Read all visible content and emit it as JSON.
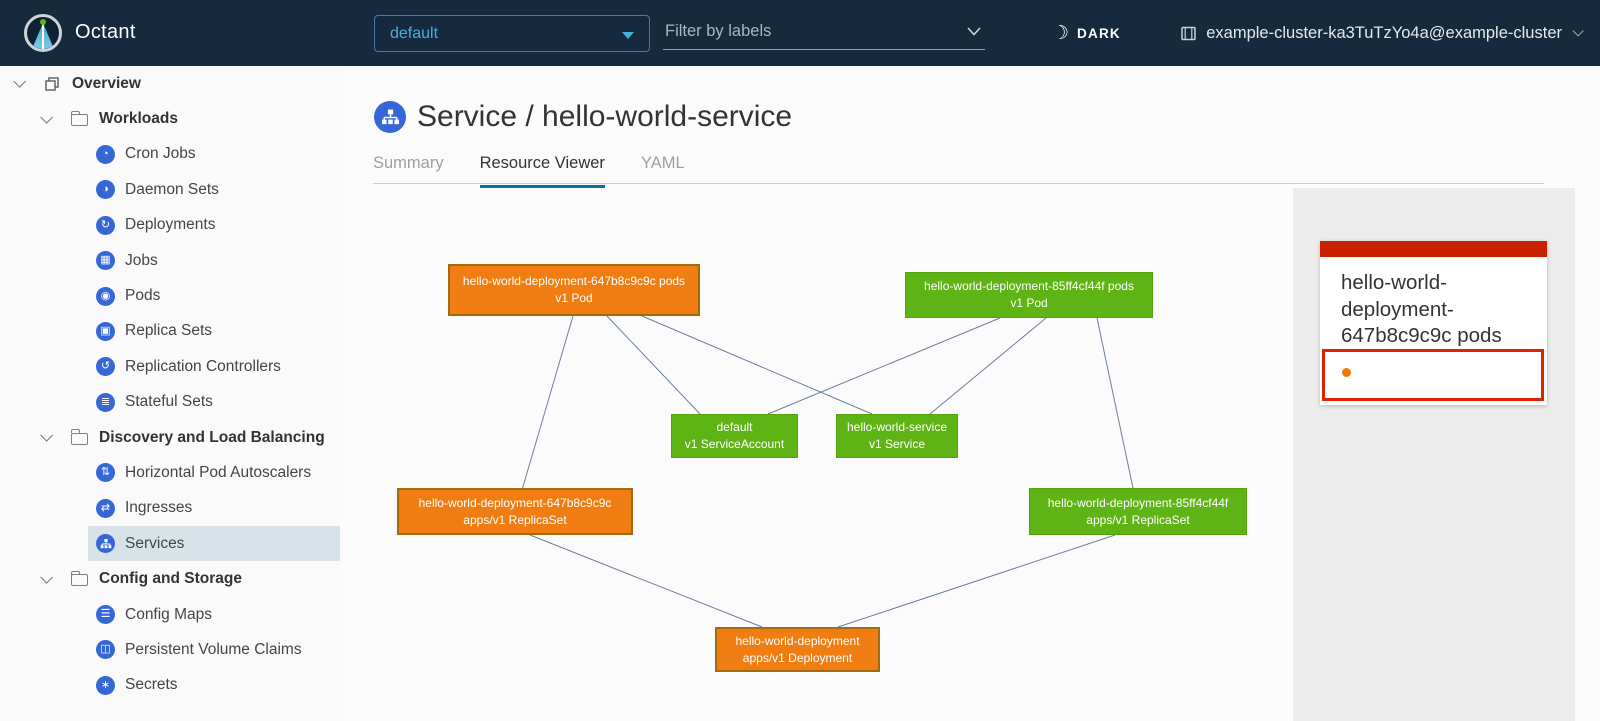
{
  "header": {
    "app_name": "Octant",
    "namespace_selector": {
      "value": "default"
    },
    "filter": {
      "placeholder": "Filter by labels"
    },
    "theme_toggle": {
      "label": "DARK",
      "icon": "moon-icon"
    },
    "cluster": {
      "label": "example-cluster-ka3TuTzYo4a@example-cluster",
      "icon": "cluster-icon"
    }
  },
  "sidebar": {
    "items": [
      {
        "label": "Overview",
        "level": 1,
        "expanded": true,
        "icon": "objects-icon"
      },
      {
        "label": "Workloads",
        "level": 2,
        "expanded": true,
        "icon": "folder-icon"
      },
      {
        "label": "Cron Jobs",
        "level": 3,
        "icon": "cron-jobs-icon",
        "glyph": "◔"
      },
      {
        "label": "Daemon Sets",
        "level": 3,
        "icon": "daemon-sets-icon",
        "glyph": "◑"
      },
      {
        "label": "Deployments",
        "level": 3,
        "icon": "deployments-icon",
        "glyph": "↻"
      },
      {
        "label": "Jobs",
        "level": 3,
        "icon": "jobs-icon",
        "glyph": "▦"
      },
      {
        "label": "Pods",
        "level": 3,
        "icon": "pods-icon",
        "glyph": "◉"
      },
      {
        "label": "Replica Sets",
        "level": 3,
        "icon": "replica-sets-icon",
        "glyph": "▣"
      },
      {
        "label": "Replication Controllers",
        "level": 3,
        "icon": "replication-controllers-icon",
        "glyph": "↺"
      },
      {
        "label": "Stateful Sets",
        "level": 3,
        "icon": "stateful-sets-icon",
        "glyph": "≣"
      },
      {
        "label": "Discovery and Load Balancing",
        "level": 2,
        "expanded": true,
        "icon": "folder-icon"
      },
      {
        "label": "Horizontal Pod Autoscalers",
        "level": 3,
        "icon": "hpa-icon",
        "glyph": "⇅"
      },
      {
        "label": "Ingresses",
        "level": 3,
        "icon": "ingresses-icon",
        "glyph": "⇄"
      },
      {
        "label": "Services",
        "level": 3,
        "selected": true,
        "icon": "services-icon",
        "glyph": ""
      },
      {
        "label": "Config and Storage",
        "level": 2,
        "expanded": true,
        "icon": "folder-icon"
      },
      {
        "label": "Config Maps",
        "level": 3,
        "icon": "config-maps-icon",
        "glyph": "☰"
      },
      {
        "label": "Persistent Volume Claims",
        "level": 3,
        "icon": "pvc-icon",
        "glyph": "◫"
      },
      {
        "label": "Secrets",
        "level": 3,
        "icon": "secrets-icon",
        "glyph": "∗"
      }
    ]
  },
  "main": {
    "title": "Service / hello-world-service",
    "title_icon": "service-badge-icon",
    "tabs": [
      {
        "label": "Summary",
        "active": false
      },
      {
        "label": "Resource Viewer",
        "active": true
      },
      {
        "label": "YAML",
        "active": false
      }
    ],
    "graph": {
      "nodes": [
        {
          "id": "pod-647b",
          "label": "hello-world-deployment-647b8c9c9c pods",
          "sub": "v1 Pod",
          "status": "warning",
          "color": "#F07D12"
        },
        {
          "id": "pod-85ff",
          "label": "hello-world-deployment-85ff4cf44f pods",
          "sub": "v1 Pod",
          "status": "ok",
          "color": "#5EB315"
        },
        {
          "id": "sa-default",
          "label": "default",
          "sub": "v1 ServiceAccount",
          "status": "ok",
          "color": "#5EB315"
        },
        {
          "id": "svc-hello",
          "label": "hello-world-service",
          "sub": "v1 Service",
          "status": "ok",
          "color": "#5EB315"
        },
        {
          "id": "rs-647b",
          "label": "hello-world-deployment-647b8c9c9c",
          "sub": "apps/v1 ReplicaSet",
          "status": "warning",
          "color": "#F07D12"
        },
        {
          "id": "rs-85ff",
          "label": "hello-world-deployment-85ff4cf44f",
          "sub": "apps/v1 ReplicaSet",
          "status": "ok",
          "color": "#5EB315"
        },
        {
          "id": "deploy",
          "label": "hello-world-deployment",
          "sub": "apps/v1 Deployment",
          "status": "warning",
          "color": "#F07D12"
        }
      ],
      "edges": [
        [
          "pod-647b",
          "rs-647b"
        ],
        [
          "pod-647b",
          "sa-default"
        ],
        [
          "pod-647b",
          "svc-hello"
        ],
        [
          "pod-85ff",
          "sa-default"
        ],
        [
          "pod-85ff",
          "svc-hello"
        ],
        [
          "pod-85ff",
          "rs-85ff"
        ],
        [
          "rs-647b",
          "deploy"
        ],
        [
          "rs-85ff",
          "deploy"
        ]
      ],
      "edge_color": "#6B7F9E"
    }
  },
  "panel": {
    "title": "hello-world-deployment-647b8c9c9c pods",
    "status_bar_color": "#C92100",
    "selection_border_color": "#E12200",
    "dot_color": "#F57600"
  },
  "colors": {
    "header_bg": "#152A3D",
    "accent_blue": "#49AFD9",
    "tab_active_underline": "#0072A3",
    "sidebar_selected_bg": "#D8E3E9",
    "sidebar_icon_blue": "#3667D6",
    "node_orange": "#F07D12",
    "node_green": "#5EB315",
    "panel_bg": "#ECECEC"
  }
}
